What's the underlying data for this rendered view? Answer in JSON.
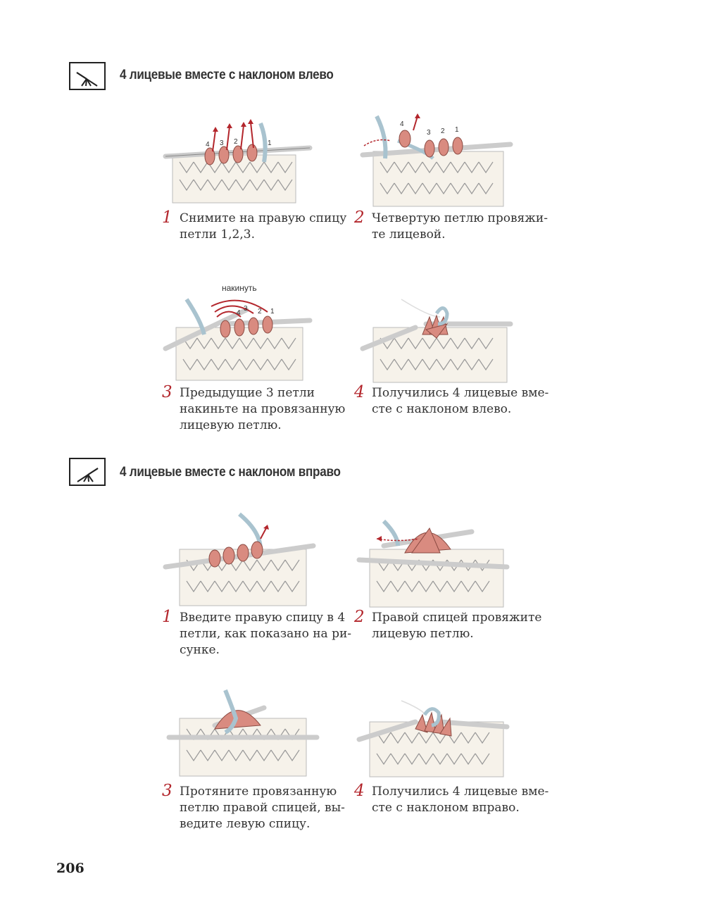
{
  "sections": [
    {
      "title": "4 лицевые вместе с наклоном влево",
      "symbol_icon": "knit-4-together-left-lean-symbol",
      "steps": [
        {
          "num": "1",
          "lines": [
            "Снимите на правую спицу",
            "петли 1,2,3."
          ],
          "loop_numbers": [
            "4",
            "3",
            "2",
            "1"
          ]
        },
        {
          "num": "2",
          "lines": [
            "Четвертую петлю провяжи-",
            "те лицевой."
          ],
          "loop_numbers": [
            "4",
            "3",
            "2",
            "1"
          ]
        },
        {
          "num": "3",
          "lines": [
            "Предыдущие 3 петли",
            "накиньте на провязанную",
            "лицевую петлю."
          ],
          "loop_numbers": [
            "4",
            "3",
            "2",
            "1"
          ],
          "label": "накинуть"
        },
        {
          "num": "4",
          "lines": [
            "Получились 4 лицевые вме-",
            "сте с наклоном влево."
          ]
        }
      ]
    },
    {
      "title": "4 лицевые вместе с наклоном вправо",
      "symbol_icon": "knit-4-together-right-lean-symbol",
      "steps": [
        {
          "num": "1",
          "lines": [
            "Введите правую спицу в 4",
            "петли, как показано на ри-",
            "сунке."
          ]
        },
        {
          "num": "2",
          "lines": [
            "Правой спицей провяжите",
            "лицевую петлю."
          ]
        },
        {
          "num": "3",
          "lines": [
            "Протяните провязанную",
            "петлю правой спицей, вы-",
            "ведите левую спицу."
          ]
        },
        {
          "num": "4",
          "lines": [
            "Получились 4 лицевые вме-",
            "сте с наклоном вправо."
          ]
        }
      ]
    }
  ],
  "page_number": "206",
  "colors": {
    "yarn_pink": "#d98b80",
    "yarn_blue": "#a9c3cf",
    "arrow_red": "#b3262c",
    "knit_cream": "#f6f2ea",
    "step_red": "#b3262c"
  }
}
